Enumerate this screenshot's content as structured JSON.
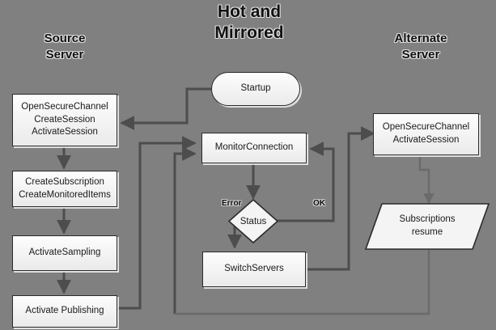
{
  "diagram": {
    "title": "Hot and\nMirrored",
    "background_color": "#808080",
    "node_fill": "#f4f4f4",
    "node_border": "#2b2b2b",
    "connector_color": "#4d4d4d"
  },
  "headings": [
    {
      "id": "source-server",
      "text": "Source\nServer"
    },
    {
      "id": "alternate-server",
      "text": "Alternate\nServer"
    }
  ],
  "nodes": [
    {
      "id": "startup",
      "label": "Startup",
      "shape": "rounded-rectangle"
    },
    {
      "id": "source-open-secure-channel",
      "label": "OpenSecureChannel\nCreateSession\nActivateSession",
      "shape": "rectangle"
    },
    {
      "id": "create-subscription",
      "label": "CreateSubscription\nCreateMonitoredItems",
      "shape": "rectangle"
    },
    {
      "id": "activate-sampling",
      "label": "ActivateSampling",
      "shape": "rectangle"
    },
    {
      "id": "activate-publishing",
      "label": "Activate Publishing",
      "shape": "rectangle"
    },
    {
      "id": "monitor-connection",
      "label": "MonitorConnection",
      "shape": "rectangle"
    },
    {
      "id": "status",
      "label": "Status",
      "shape": "diamond"
    },
    {
      "id": "switch-servers",
      "label": "SwitchServers",
      "shape": "rectangle"
    },
    {
      "id": "alternate-open-secure-channel",
      "label": "OpenSecureChannel\nActivateSession",
      "shape": "rectangle"
    },
    {
      "id": "subscriptions-resume",
      "label": "Subscriptions\nresume",
      "shape": "parallelogram"
    }
  ],
  "edge_labels": [
    {
      "id": "error",
      "text": "Error"
    },
    {
      "id": "ok",
      "text": "OK"
    }
  ]
}
